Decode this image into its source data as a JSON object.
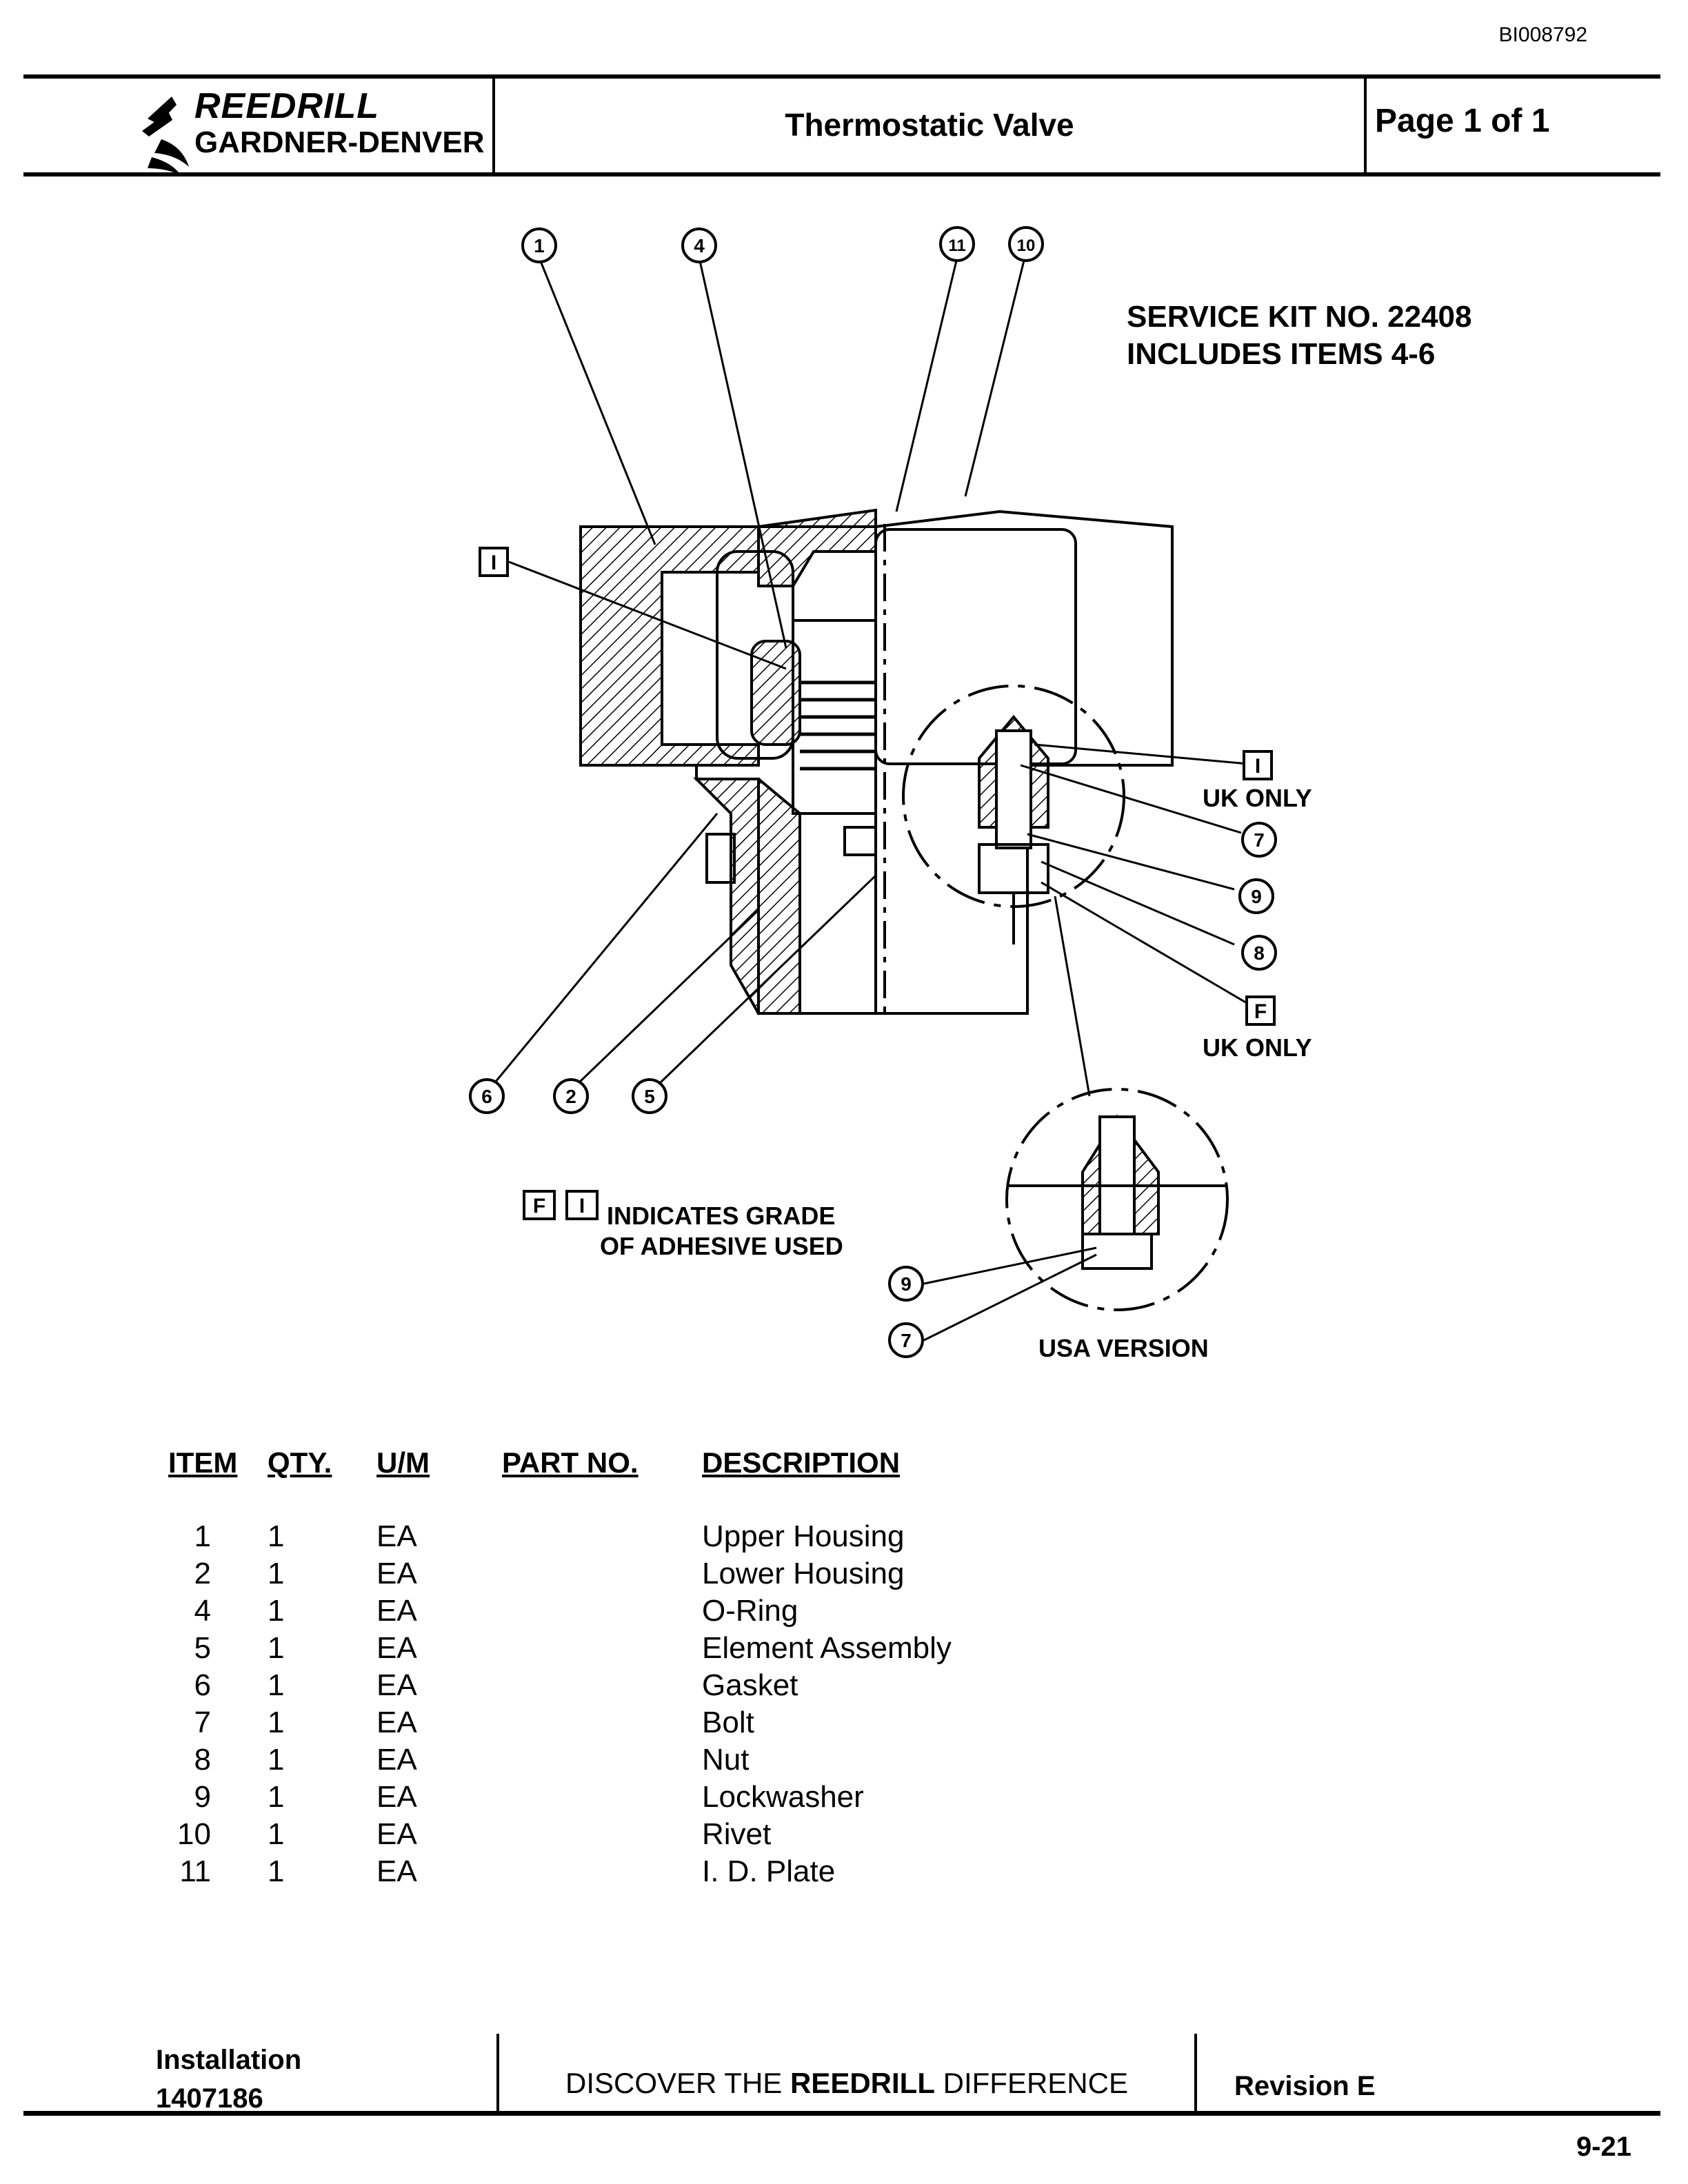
{
  "doc_code": "BI008792",
  "header": {
    "logo_top": "REEDRILL",
    "logo_bottom": "GARDNER-DENVER",
    "title": "Thermostatic Valve",
    "page": "Page 1 of 1"
  },
  "diagram": {
    "service_kit_line1": "SERVICE KIT NO. 22408",
    "service_kit_line2": "INCLUDES ITEMS 4-6",
    "uk_only_1": "UK ONLY",
    "uk_only_2": "UK ONLY",
    "usa_version": "USA VERSION",
    "adhesive_line1": "INDICATES GRADE",
    "adhesive_line2": "OF ADHESIVE USED",
    "box_i": "I",
    "box_f": "F",
    "callouts": {
      "c1": "1",
      "c4": "4",
      "c11": "11",
      "c10": "10",
      "c6": "6",
      "c2": "2",
      "c5": "5",
      "c7a": "7",
      "c9a": "9",
      "c8": "8",
      "c9b": "9",
      "c7b": "7"
    }
  },
  "table": {
    "headers": {
      "item": "ITEM",
      "qty": "QTY.",
      "um": "U/M",
      "part_no": "PART NO.",
      "description": "DESCRIPTION"
    },
    "rows": [
      {
        "item": "1",
        "qty": "1",
        "um": "EA",
        "part_no": "",
        "description": "Upper Housing"
      },
      {
        "item": "2",
        "qty": "1",
        "um": "EA",
        "part_no": "",
        "description": "Lower Housing"
      },
      {
        "item": "4",
        "qty": "1",
        "um": "EA",
        "part_no": "",
        "description": "O-Ring"
      },
      {
        "item": "5",
        "qty": "1",
        "um": "EA",
        "part_no": "",
        "description": "Element Assembly"
      },
      {
        "item": "6",
        "qty": "1",
        "um": "EA",
        "part_no": "",
        "description": "Gasket"
      },
      {
        "item": "7",
        "qty": "1",
        "um": "EA",
        "part_no": "",
        "description": "Bolt"
      },
      {
        "item": "8",
        "qty": "1",
        "um": "EA",
        "part_no": "",
        "description": "Nut"
      },
      {
        "item": "9",
        "qty": "1",
        "um": "EA",
        "part_no": "",
        "description": "Lockwasher"
      },
      {
        "item": "10",
        "qty": "1",
        "um": "EA",
        "part_no": "",
        "description": "Rivet"
      },
      {
        "item": "11",
        "qty": "1",
        "um": "EA",
        "part_no": "",
        "description": "I. D. Plate"
      }
    ]
  },
  "footer": {
    "installation_label": "Installation",
    "installation_number": "1407186",
    "slogan_prefix": "DISCOVER THE ",
    "slogan_brand": "REEDRILL",
    "slogan_suffix": " DIFFERENCE",
    "revision": "Revision E"
  },
  "page_number": "9-21"
}
